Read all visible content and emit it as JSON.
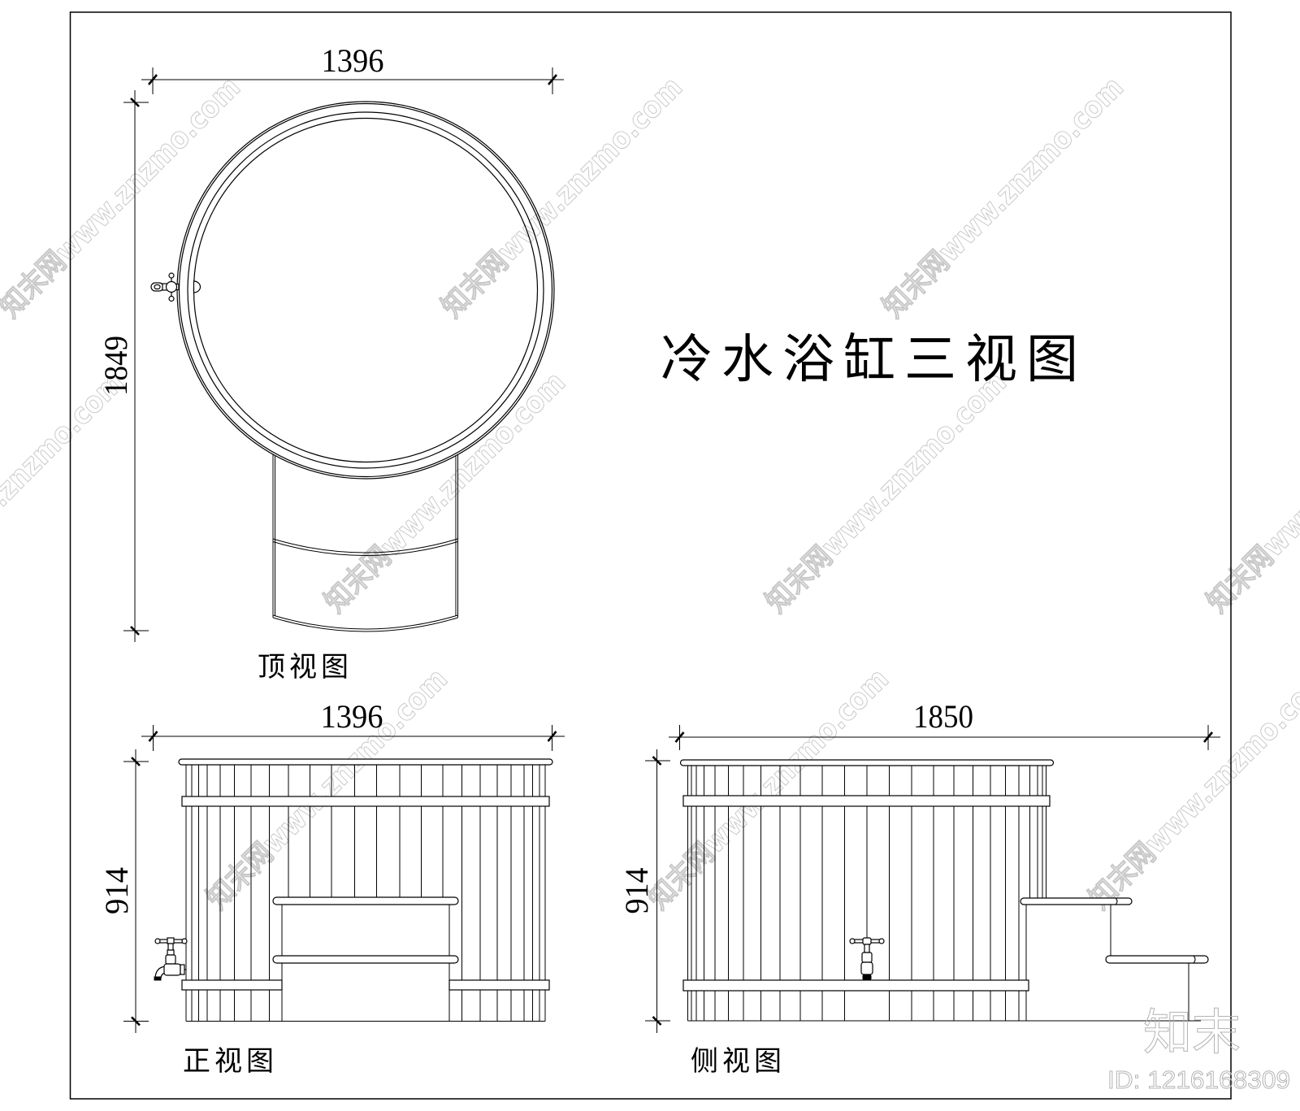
{
  "drawing": {
    "title": "冷水浴缸三视图",
    "top_view": {
      "label": "顶视图",
      "width_dim": "1396",
      "length_dim": "1849"
    },
    "front_view": {
      "label": "正视图",
      "width_dim": "1396",
      "height_dim": "914"
    },
    "side_view": {
      "label": "侧视图",
      "length_dim": "1850",
      "height_dim": "914"
    }
  },
  "watermark": {
    "site_text": "知末网www.znzmo.com",
    "brand": "知末",
    "id_text": "ID: 1216168309"
  },
  "colors": {
    "line": "#000000",
    "background": "#ffffff",
    "watermark": "#c8c8c8"
  }
}
